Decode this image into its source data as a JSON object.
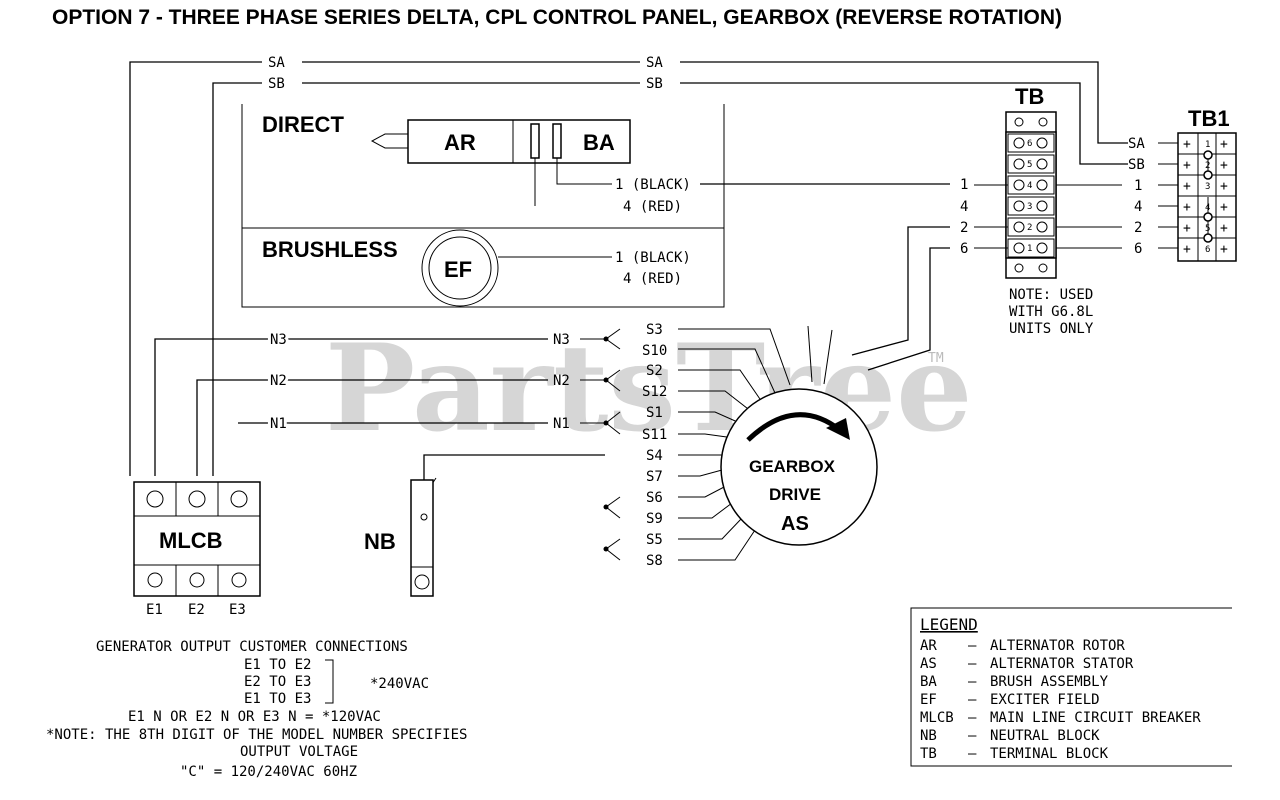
{
  "title": "OPTION 7 - THREE PHASE SERIES DELTA, CPL CONTROL PANEL, GEARBOX (REVERSE ROTATION)",
  "watermark": "PartsTree",
  "watermark_tm": "TM",
  "wires": {
    "sa": "SA",
    "sb": "SB",
    "n1": "N1",
    "n2": "N2",
    "n3": "N3",
    "black1": "1 (BLACK)",
    "red4": "4 (RED)"
  },
  "direct": {
    "label": "DIRECT",
    "ar": "AR",
    "ba": "BA"
  },
  "brushless": {
    "label": "BRUSHLESS",
    "ef": "EF"
  },
  "tb": {
    "label": "TB",
    "terminals": [
      "6",
      "5",
      "4",
      "3",
      "2",
      "1"
    ],
    "left_labels": [
      "1",
      "4",
      "2",
      "6"
    ],
    "note": [
      "NOTE: USED",
      "WITH G6.8L",
      "UNITS ONLY"
    ]
  },
  "tb1": {
    "label": "TB1",
    "left_labels": [
      "SA",
      "SB",
      "1",
      "4",
      "2",
      "6"
    ],
    "terminals": [
      "1",
      "2",
      "3",
      "4",
      "5",
      "6"
    ]
  },
  "stator_leads": [
    "S3",
    "S10",
    "S2",
    "S12",
    "S1",
    "S11",
    "S4",
    "S7",
    "S6",
    "S9",
    "S5",
    "S8"
  ],
  "gearbox": {
    "line1": "GEARBOX",
    "line2": "DRIVE",
    "line3": "AS"
  },
  "mlcb": {
    "label": "MLCB",
    "outputs": [
      "E1",
      "E2",
      "E3"
    ]
  },
  "nb": {
    "label": "NB"
  },
  "customer_connections": {
    "heading": "GENERATOR OUTPUT CUSTOMER CONNECTIONS",
    "pairs": [
      "E1 TO E2",
      "E2 TO E3",
      "E1 TO E3"
    ],
    "voltage_240": "*240VAC",
    "neutral_line": "E1 N OR E2 N OR E3 N = *120VAC",
    "note_line1": "*NOTE: THE 8TH DIGIT OF THE MODEL NUMBER SPECIFIES",
    "note_line2": "OUTPUT VOLTAGE",
    "note_line3": "\"C\" = 120/240VAC 60HZ"
  },
  "legend": {
    "title": "LEGEND",
    "items": [
      {
        "code": "AR",
        "desc": "ALTERNATOR ROTOR"
      },
      {
        "code": "AS",
        "desc": "ALTERNATOR STATOR"
      },
      {
        "code": "BA",
        "desc": "BRUSH ASSEMBLY"
      },
      {
        "code": "EF",
        "desc": "EXCITER FIELD"
      },
      {
        "code": "MLCB",
        "desc": "MAIN LINE CIRCUIT BREAKER"
      },
      {
        "code": "NB",
        "desc": "NEUTRAL BLOCK"
      },
      {
        "code": "TB",
        "desc": "TERMINAL BLOCK"
      }
    ]
  }
}
